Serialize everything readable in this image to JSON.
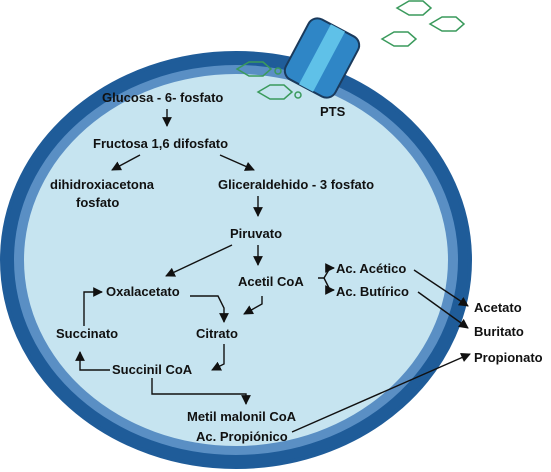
{
  "colors": {
    "membrane_outer": "#1f5c99",
    "membrane_inner": "#5a8fc4",
    "cytoplasm": "#c6e4f0",
    "pts_transporter": "#2f86c6",
    "pts_highlight": "#5fc1e8",
    "molecule_stroke": "#3a9a5c",
    "text": "#111111"
  },
  "labels": {
    "pts": "PTS",
    "glucose6p": "Glucosa - 6- fosfato",
    "fructose16": "Fructosa 1,6 difosfato",
    "dhap_line1": "dihidroxiacetona",
    "dhap_line2": "fosfato",
    "g3p": "Gliceraldehido - 3 fosfato",
    "pyruvate": "Piruvato",
    "acetylcoa": "Acetil CoA",
    "acetic": "Ac. Acético",
    "butyric": "Ac. Butírico",
    "oxaloacetate": "Oxalacetato",
    "citrate": "Citrato",
    "succinate": "Succinato",
    "succinylcoa": "Succinil CoA",
    "methylmalonyl": "Metil malonil CoA",
    "propionic": "Ac. Propiónico",
    "acetate": "Acetato",
    "butyrate": "Buritato",
    "propionate": "Propionato"
  }
}
